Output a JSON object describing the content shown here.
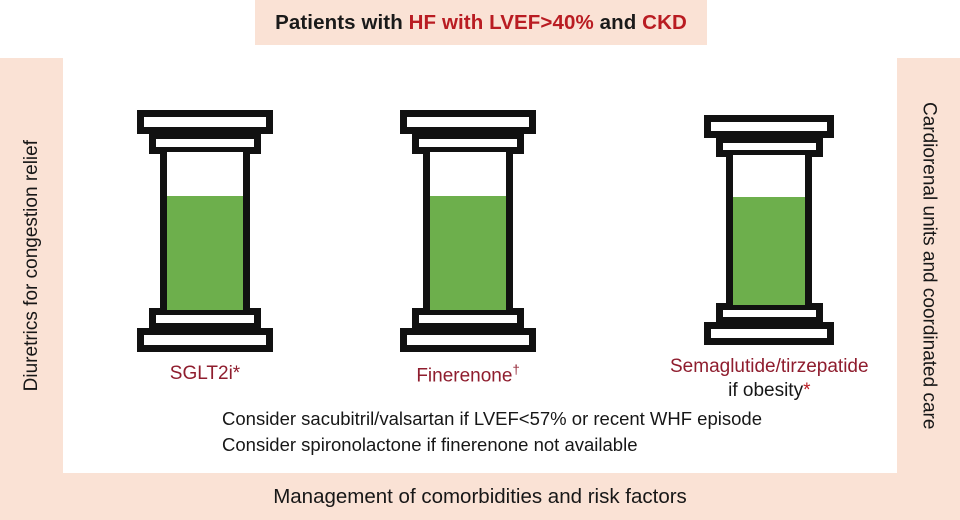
{
  "title": {
    "prefix": "Patients with ",
    "highlight1": "HF with LVEF>40%",
    "middle": " and ",
    "highlight2": "CKD"
  },
  "rails": {
    "left_label": "Diuretrics for congestion relief",
    "right_label": "Cardiorenal units and coordinated care"
  },
  "pillars": [
    {
      "name": "sglt2i",
      "label_main": "SGLT2i*",
      "label_sub": "",
      "fill_percent": 72
    },
    {
      "name": "finerenone",
      "label_main": "Finerenone",
      "label_dagger": "†",
      "label_sub": "",
      "fill_percent": 72
    },
    {
      "name": "semaglutide-tirzepatide",
      "label_main": "Semaglutide/tirzepatide",
      "label_sub": "if obesity",
      "label_sub_asterisk": "*",
      "fill_percent": 72
    }
  ],
  "notes": [
    "Consider sacubitril/valsartan if LVEF<57% or recent WHF episode",
    "Consider spironolactone if finerenone not available"
  ],
  "footer": {
    "label": "Management of comorbidities and risk factors"
  },
  "colors": {
    "band": "#fae2d5",
    "accent_red": "#b91c22",
    "label_maroon": "#8f1d2e",
    "pillar_green": "#6DAF4C",
    "outline": "#111111"
  }
}
